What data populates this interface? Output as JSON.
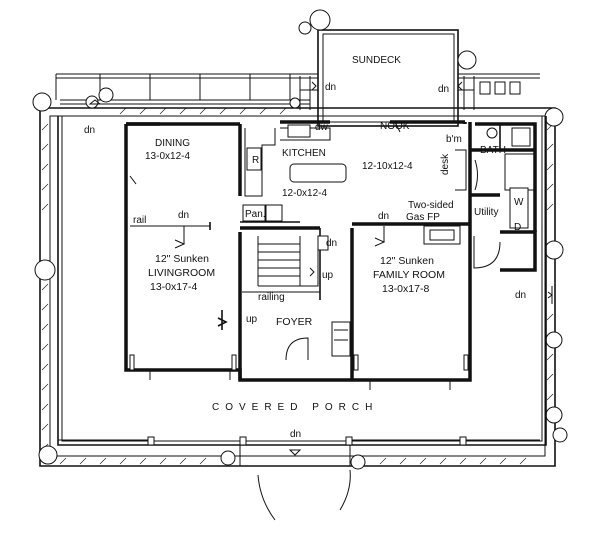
{
  "rooms": {
    "sundeck": {
      "name": "SUNDECK"
    },
    "dining": {
      "name": "DINING",
      "size": "13-0x12-4"
    },
    "kitchen": {
      "name": "KITCHEN",
      "size": "12-0x12-4"
    },
    "nook": {
      "name": "NOOK",
      "size": "12-10x12-4"
    },
    "bath": {
      "name": "BATH"
    },
    "living": {
      "line1": "12\" Sunken",
      "name": "LIVINGROOM",
      "size": "13-0x17-4"
    },
    "family": {
      "line1": "12\" Sunken",
      "name": "FAMILY ROOM",
      "size": "13-0x17-8"
    },
    "foyer": {
      "name": "FOYER"
    },
    "porch": {
      "name": "COVERED PORCH"
    },
    "utility": {
      "name": "Utility"
    }
  },
  "fixtures": {
    "dw": "dw",
    "range": "R",
    "pantry": "Pan.",
    "desk": "desk",
    "linen": "b'm",
    "fireplace_line1": "Two-sided",
    "fireplace_line2": "Gas FP",
    "washer": "W",
    "dryer": "D"
  },
  "labels": {
    "dn": "dn",
    "up": "up",
    "rail": "rail",
    "railing": "railing"
  }
}
